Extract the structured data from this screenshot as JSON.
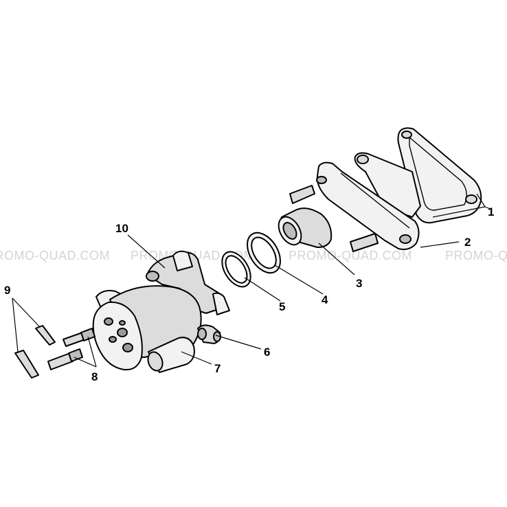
{
  "watermark": {
    "text": "PROMO-QUAD.COM",
    "color": "#d4d4d4"
  },
  "callouts": [
    {
      "id": "1",
      "label": "1"
    },
    {
      "id": "2",
      "label": "2"
    },
    {
      "id": "3",
      "label": "3"
    },
    {
      "id": "4",
      "label": "4"
    },
    {
      "id": "5",
      "label": "5"
    },
    {
      "id": "6",
      "label": "6"
    },
    {
      "id": "7",
      "label": "7"
    },
    {
      "id": "8",
      "label": "8"
    },
    {
      "id": "9",
      "label": "9"
    },
    {
      "id": "10",
      "label": "10"
    }
  ]
}
